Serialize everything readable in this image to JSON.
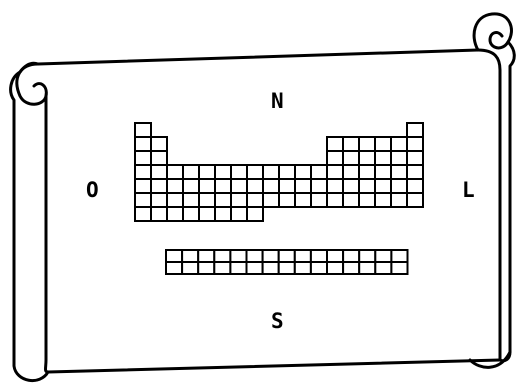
{
  "directions": {
    "north": "N",
    "west": "O",
    "east": "L",
    "south": "S"
  },
  "colors": {
    "ink": "#000000",
    "paper": "#ffffff"
  },
  "periodic_table": {
    "main_block_columns": 18,
    "main_block_rows": 7,
    "separate_row_cells": 15
  }
}
